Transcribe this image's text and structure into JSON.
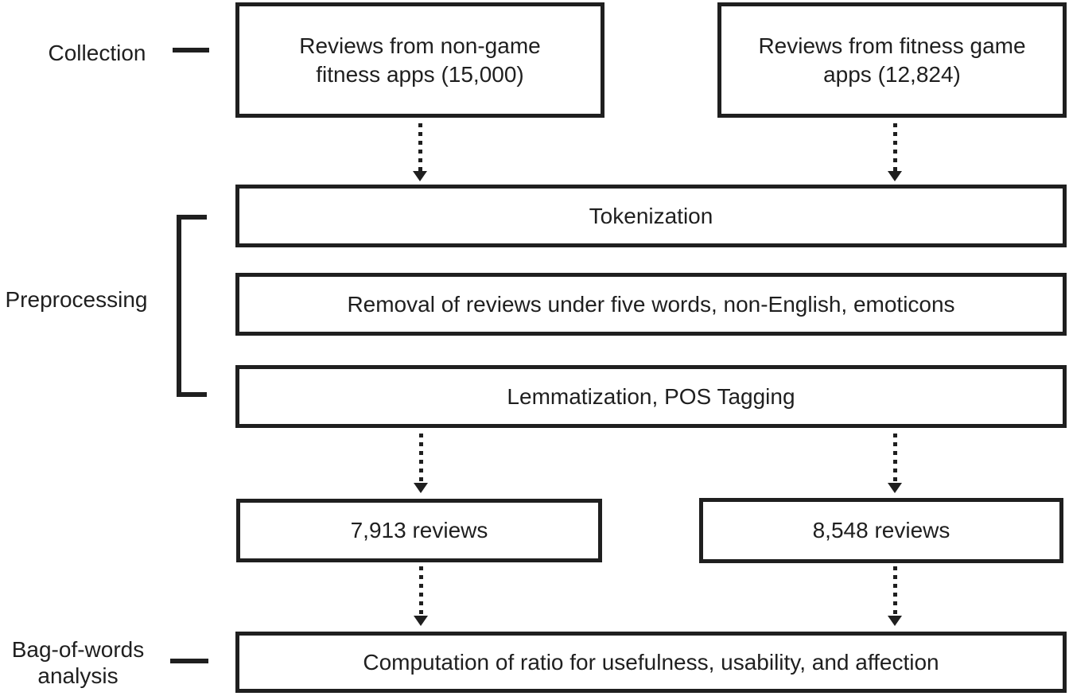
{
  "stages": {
    "collection": "Collection",
    "preprocessing": "Preprocessing",
    "bag_of_words": "Bag-of-words analysis"
  },
  "boxes": {
    "non_game_source": "Reviews from non-game fitness apps (15,000)",
    "game_source": "Reviews from fitness game apps (12,824)",
    "tokenization": "Tokenization",
    "removal": "Removal of reviews under five words, non-English, emoticons",
    "lemmatization": "Lemmatization, POS Tagging",
    "non_game_count": "7,913 reviews",
    "game_count": "8,548 reviews",
    "computation": "Computation of ratio for usefulness, usability, and affection"
  },
  "colors": {
    "line": "#1f1f1f",
    "text": "#1f1f1f",
    "background": "#ffffff",
    "box_fill": "#ffffff"
  }
}
